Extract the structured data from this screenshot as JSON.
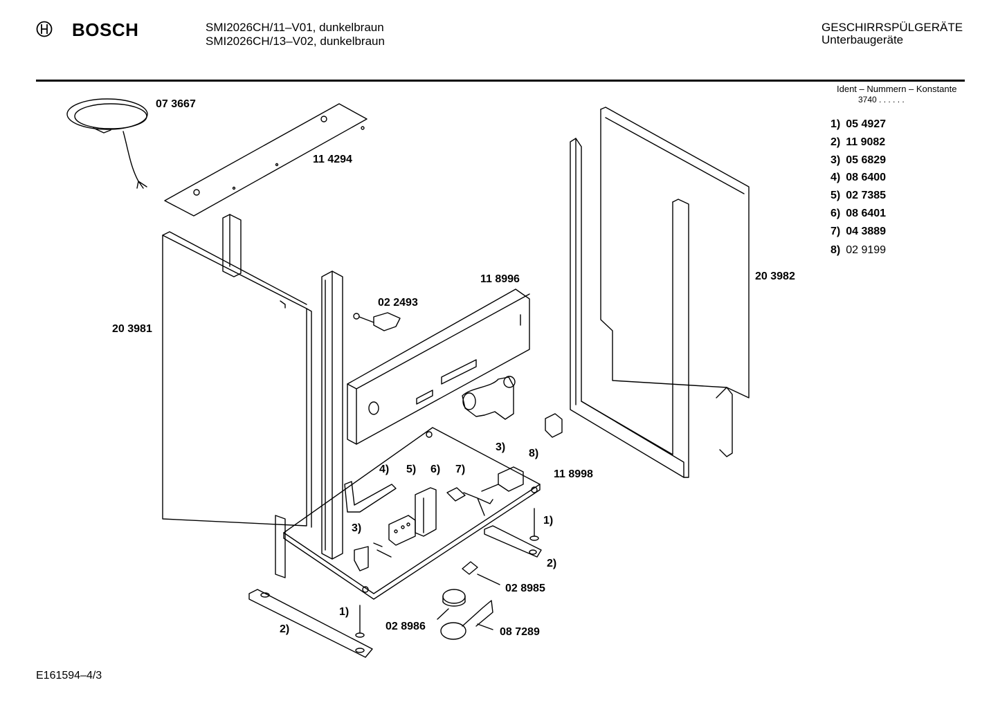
{
  "header": {
    "brand": "BOSCH",
    "models": [
      "SMI2026CH/11–V01, dunkelbraun",
      "SMI2026CH/13–V02, dunkelbraun"
    ],
    "category": [
      "GESCHIRRSPÜLGERÄTE",
      "Unterbaugeräte"
    ]
  },
  "ident": {
    "heading": "Ident – Nummern – Konstante",
    "constant": "3740  .  .  .  .  .  .",
    "items": [
      {
        "ref": "1)",
        "number": "05 4927"
      },
      {
        "ref": "2)",
        "number": "11 9082"
      },
      {
        "ref": "3)",
        "number": "05 6829"
      },
      {
        "ref": "4)",
        "number": "08 6400"
      },
      {
        "ref": "5)",
        "number": "02 7385"
      },
      {
        "ref": "6)",
        "number": "08 6401"
      },
      {
        "ref": "7)",
        "number": "04 3889"
      },
      {
        "ref": "8)",
        "number": "02 9199"
      }
    ]
  },
  "parts": {
    "cable": "07 3667",
    "top_strip": "11 4294",
    "side_panel_left": "20 3981",
    "side_panel_right": "20 3982",
    "rear_panel": "11 8996",
    "clip": "02 2493",
    "base_plate": "11 8998",
    "switch": "02 8985",
    "float": "02 8986",
    "float_housing": "08 7289"
  },
  "refs": {
    "r1a": "1)",
    "r1b": "1)",
    "r2a": "2)",
    "r2b": "2)",
    "r3a": "3)",
    "r3b": "3)",
    "r4": "4)",
    "r5": "5)",
    "r6": "6)",
    "r7": "7)",
    "r8": "8)"
  },
  "footer": {
    "drawing_id": "E161594–4/3"
  }
}
